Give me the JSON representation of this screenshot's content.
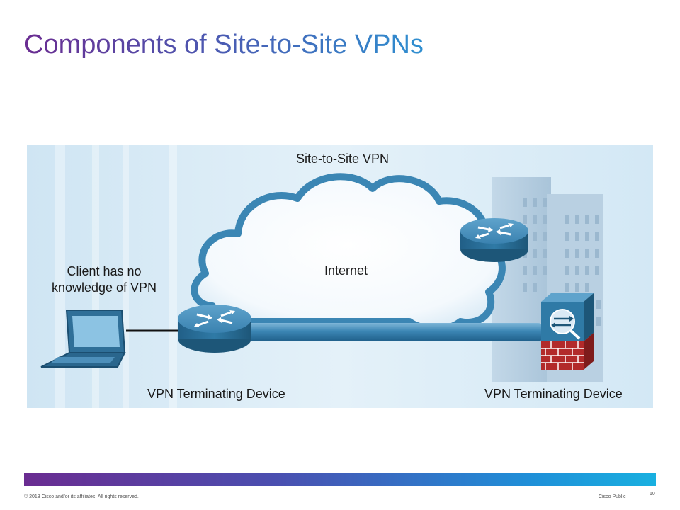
{
  "slide": {
    "title": "Components of Site-to-Site VPNs",
    "page_number": "10"
  },
  "diagram": {
    "title": "Site-to-Site VPN",
    "cloud_label": "Internet",
    "client_note": "Client has no knowledge of VPN",
    "left_device_label": "VPN Terminating Device",
    "right_device_label": "VPN Terminating Device"
  },
  "footer": {
    "copyright": "© 2013 Cisco and/or its affiliates. All rights reserved.",
    "classification": "Cisco Public"
  },
  "colors": {
    "title_start": "#6a2c91",
    "title_end": "#2f8fd0",
    "diagram_background": "#d9ecf7",
    "router": "#2f7aa6",
    "tunnel": "#3b86b4",
    "firewall_brick": "#b22a2a"
  }
}
